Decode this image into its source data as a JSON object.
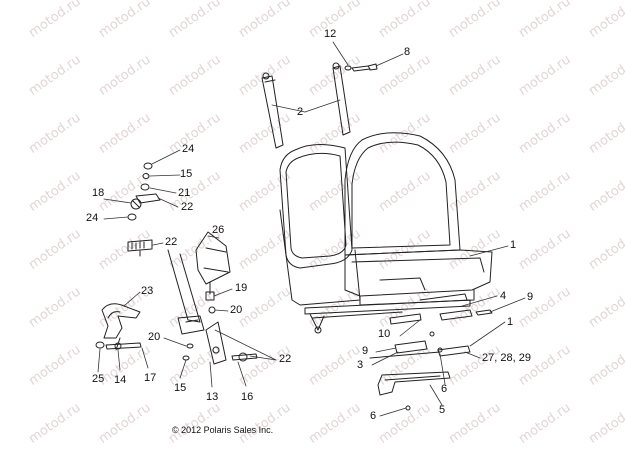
{
  "watermark": "motod.ru",
  "copyright": "© 2012 Polaris Sales Inc.",
  "callouts": {
    "c1a": "1",
    "c1b": "1",
    "c2": "2",
    "c3": "3",
    "c4": "4",
    "c5": "5",
    "c6a": "6",
    "c6b": "6",
    "c8": "8",
    "c9a": "9",
    "c9b": "9",
    "c10": "10",
    "c12": "12",
    "c13": "13",
    "c14": "14",
    "c15a": "15",
    "c15b": "15",
    "c16": "16",
    "c17": "17",
    "c18": "18",
    "c19": "19",
    "c20a": "20",
    "c20b": "20",
    "c21": "21",
    "c22a": "22",
    "c22b": "22",
    "c22c": "22",
    "c23": "23",
    "c24a": "24",
    "c24b": "24",
    "c25": "25",
    "c26": "26",
    "c27": "27, 28, 29"
  }
}
